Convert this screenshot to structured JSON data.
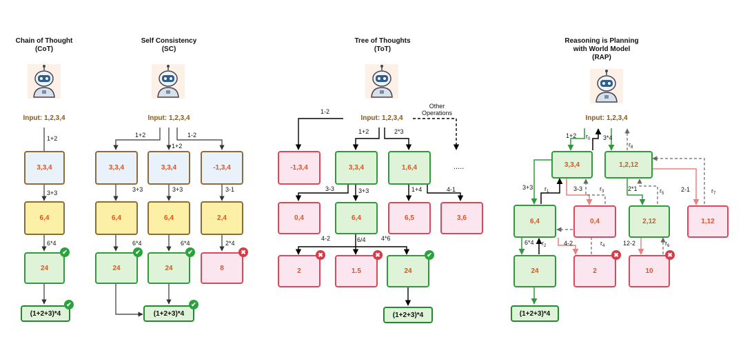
{
  "titles": {
    "cot": "Chain of Thought\n(CoT)",
    "sc": "Self Consistency\n(SC)",
    "tot": "Tree of Thoughts\n(ToT)",
    "rap": "Reasoning is Planning\nwith World Model\n(RAP)"
  },
  "input_label": "Input: 1,2,3,4",
  "icons": {
    "robot": "robot-avatar-icon",
    "check": "check-icon",
    "cross": "cross-icon"
  },
  "colors": {
    "green_border": "#2e9a3c",
    "red_border": "#e0465a",
    "brown_border": "#8b6a3c",
    "node_text": "#e0531e",
    "check": "#2aa33d",
    "cross": "#d93a45",
    "rap_good_arrow": "#2e9a3c",
    "rap_bad_arrow": "#ee7f7f"
  },
  "cot": {
    "nodes": {
      "n1": "3,3,4",
      "n2": "6,4",
      "n3": "24",
      "answer": "(1+2+3)*4"
    },
    "edges": {
      "e1": "1+2",
      "e2": "3+3",
      "e3": "6*4"
    }
  },
  "sc": {
    "nodes": {
      "a1": "3,3,4",
      "a2": "6,4",
      "a3": "24",
      "b1": "3,3,4",
      "b2": "6,4",
      "b3": "24",
      "c1": "-1,3,4",
      "c2": "2,4",
      "c3": "8",
      "answer": "(1+2+3)*4"
    },
    "edges": {
      "a1": "1+2",
      "b1": "1+2",
      "c1": "1-2",
      "a2": "3+3",
      "b2": "3+3",
      "c2": "3-1",
      "a3": "6*4",
      "b3": "6*4",
      "c3": "2*4"
    }
  },
  "tot": {
    "nodes": {
      "l1a": "-1,3,4",
      "l1b": "3,3,4",
      "l1c": "1,6,4",
      "more": ".....",
      "l2a": "0,4",
      "l2b": "6,4",
      "l2c": "6,5",
      "l2d": "3,6",
      "l3a": "2",
      "l3b": "1.5",
      "l3c": "24",
      "answer": "(1+2+3)*4"
    },
    "edges": {
      "e1": "1-2",
      "e2": "1+2",
      "e3": "2*3",
      "e4": "Other\nOperations",
      "e5": "3-3",
      "e6": "3+3",
      "e7": "1+4",
      "e8": "4-1",
      "e9": "4-2",
      "e10": "6/4",
      "e11": "4*6"
    }
  },
  "rap": {
    "nodes": {
      "a": "3,3,4",
      "b": "1,2,12",
      "c": "6,4",
      "d": "0,4",
      "e": "2,12",
      "f": "1,12",
      "g": "24",
      "h": "2",
      "i": "10",
      "answer": "(1+2+3)*4"
    },
    "edges": {
      "e1": "1+2",
      "e2": "3*4",
      "e3": "3+3",
      "e4": "3-3",
      "e5": "2*1",
      "e6": "2-1",
      "e7": "6*4",
      "e8": "4-2",
      "e9": "12-2"
    },
    "rewards": [
      "0",
      "1",
      "2",
      "3",
      "4",
      "5",
      "6",
      "7",
      "8"
    ]
  }
}
